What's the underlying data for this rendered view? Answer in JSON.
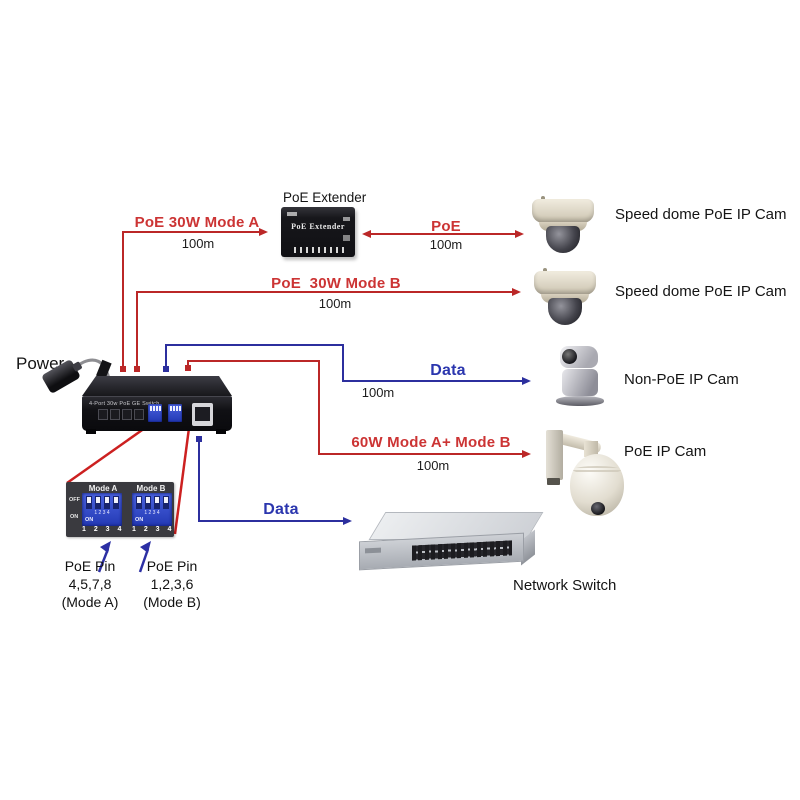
{
  "colors": {
    "line_red": "#bb2727",
    "text_red": "#cc3434",
    "line_blue": "#2c2f9e",
    "text_blue": "#2b36ae",
    "text_black": "#1c1c1c"
  },
  "power": {
    "label": "Power"
  },
  "extender": {
    "title": "PoE Extender",
    "device_text": "PoE Extender"
  },
  "connections": {
    "mode_a": {
      "label": "PoE 30W Mode A",
      "distance": "100m"
    },
    "extender_cam": {
      "label": "PoE",
      "distance": "100m"
    },
    "mode_b": {
      "label": "PoE  30W Mode B",
      "distance": "100m"
    },
    "data_cam": {
      "label": "Data",
      "distance": "100m"
    },
    "mode_ab": {
      "label": "60W Mode A+ Mode B",
      "distance": "100m"
    },
    "data_switch": {
      "label": "Data"
    }
  },
  "devices": {
    "cam1": {
      "label": "Speed dome PoE IP Cam"
    },
    "cam2": {
      "label": "Speed dome PoE IP Cam"
    },
    "cam3": {
      "label": "Non-PoE IP Cam"
    },
    "cam4": {
      "label": "PoE IP Cam"
    },
    "network_switch": {
      "label": "Network Switch"
    },
    "poe_switch": {
      "device_text": "4-Port 30w PoE GE Switch"
    }
  },
  "dip_panel": {
    "mode_a": "Mode A",
    "mode_b": "Mode B",
    "off": "OFF",
    "on": "ON",
    "numbers": "1 2 3 4"
  },
  "pin_labels": {
    "a": {
      "line1": "PoE Pin",
      "line2": "4,5,7,8",
      "line3": "(Mode A)"
    },
    "b": {
      "line1": "PoE Pin",
      "line2": "1,2,3,6",
      "line3": "(Mode B)"
    }
  }
}
